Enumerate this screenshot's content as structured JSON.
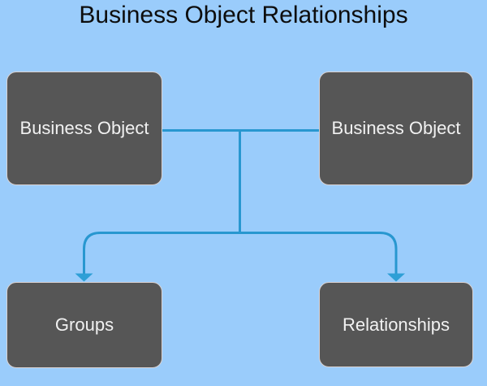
{
  "title": "Business Object Relationships",
  "nodes": [
    {
      "id": "business-object-left",
      "label": "Business Object"
    },
    {
      "id": "business-object-right",
      "label": "Business Object"
    },
    {
      "id": "groups",
      "label": "Groups"
    },
    {
      "id": "relationships",
      "label": "Relationships"
    }
  ],
  "connections": [
    {
      "from": "business-object-left",
      "to": "business-object-right",
      "style": "plain-line"
    },
    {
      "from": "link-midpoint",
      "to": "groups",
      "style": "arrow-down"
    },
    {
      "from": "link-midpoint",
      "to": "relationships",
      "style": "arrow-down"
    }
  ],
  "colors": {
    "background": "#9ACCFB",
    "node_fill": "#565656",
    "node_border": "#D9D2D2",
    "node_text": "#F1F1F1",
    "connector": "#2897D0",
    "title_text": "#0D0D0D"
  }
}
